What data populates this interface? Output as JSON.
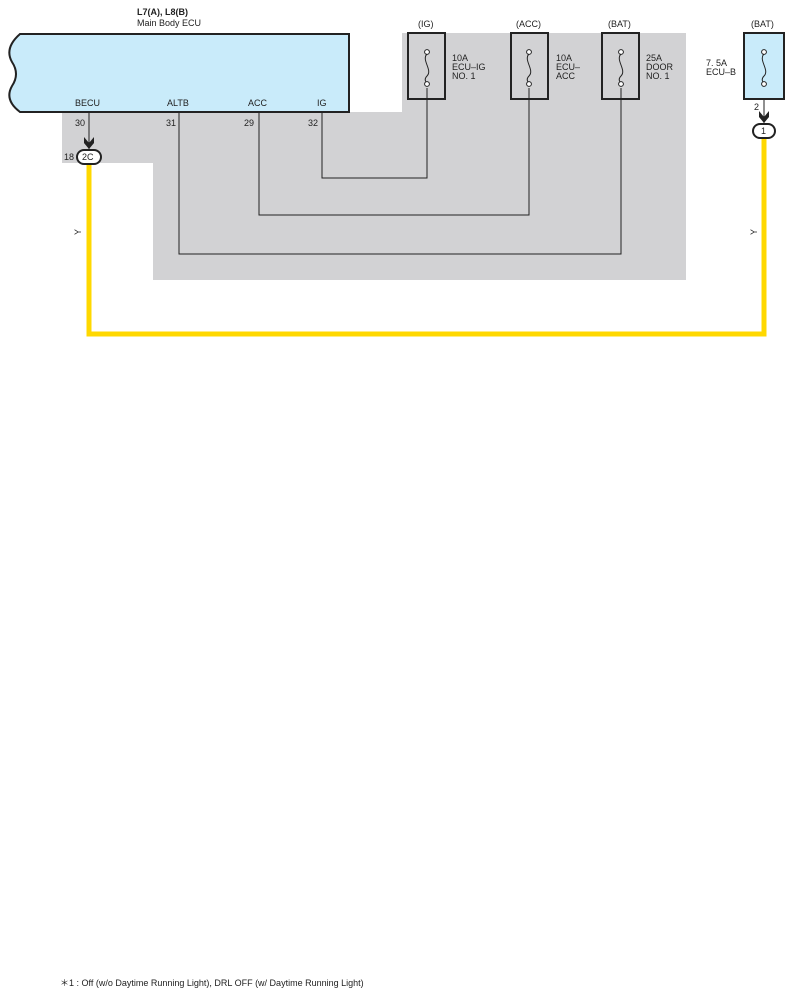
{
  "ecu": {
    "code": "L7(A), L8(B)",
    "name": "Main Body ECU",
    "terminals": [
      {
        "name": "BECU",
        "pin": "30"
      },
      {
        "name": "ALTB",
        "pin": "31"
      },
      {
        "name": "ACC",
        "pin": "29"
      },
      {
        "name": "IG",
        "pin": "32"
      }
    ]
  },
  "fuses": [
    {
      "source": "(IG)",
      "lines": [
        "10A",
        "ECU–IG",
        "NO. 1"
      ]
    },
    {
      "source": "(ACC)",
      "lines": [
        "10A",
        "ECU–",
        "ACC"
      ]
    },
    {
      "source": "(BAT)",
      "lines": [
        "25A",
        "DOOR",
        "NO. 1"
      ]
    },
    {
      "source": "(BAT)",
      "lines": [
        "7. 5A",
        "ECU–B"
      ],
      "pin": "2"
    }
  ],
  "connectors": [
    {
      "pin": "18",
      "label": "2C"
    },
    {
      "label": "1"
    }
  ],
  "wire_colors": {
    "left": "Y",
    "right": "Y"
  },
  "colors": {
    "ecu_fill": "#c9ebfa",
    "shade": "#d2d2d4",
    "harness": "#ffd800"
  },
  "footnote": "＊1 : Off (w/o Daytime Running Light),  DRL OFF (w/ Daytime Running Light)"
}
